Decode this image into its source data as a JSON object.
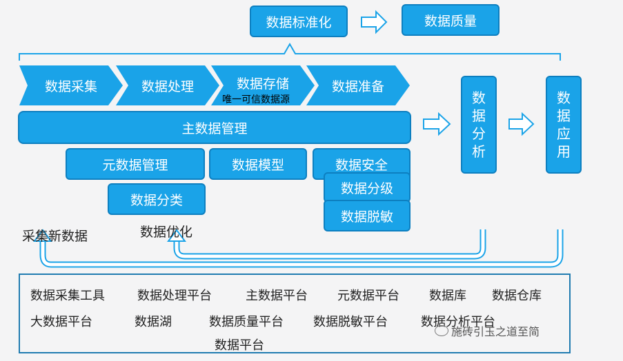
{
  "top": {
    "standardization": "数据标准化",
    "quality": "数据质量"
  },
  "pipeline": [
    "数据采集",
    "数据处理",
    "数据存储",
    "数据准备"
  ],
  "storage_note": "唯一可信数据源",
  "master_data": "主数据管理",
  "sub_modules": {
    "metadata": "元数据管理",
    "model": "数据模型",
    "security": "数据安全",
    "classification": "数据分类",
    "grading": "数据分级",
    "masking": "数据脱敏"
  },
  "analysis": [
    "数",
    "据",
    "分",
    "析"
  ],
  "application": [
    "数",
    "据",
    "应",
    "用"
  ],
  "feedback": {
    "collect_new": "采集新数据",
    "optimize": "数据优化"
  },
  "tools_row1": [
    "数据采集工具",
    "数据处理平台",
    "主数据平台",
    "元数据平台",
    "数据库",
    "数据仓库"
  ],
  "tools_row2": [
    "大数据平台",
    "数据湖",
    "数据质量平台",
    "数据脱敏平台",
    "数据分析平台"
  ],
  "tools_row3": [
    "数据平台"
  ],
  "watermark": "施砖引玉之道至简",
  "colors": {
    "box_fill": "#1aa3e8",
    "box_border": "#0d7fc0",
    "line": "#1aa3e8",
    "frame": "#1f7bb0"
  }
}
